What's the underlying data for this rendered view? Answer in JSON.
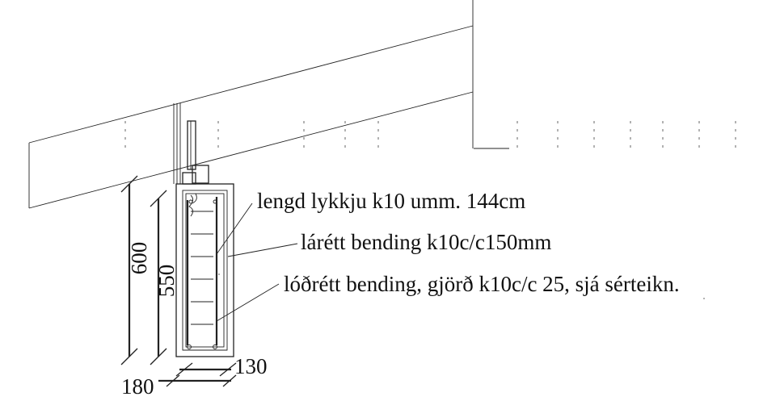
{
  "annotations": {
    "loop_length": "lengd lykkju k10 umm. 144cm",
    "horizontal_rebar": "lárétt bending k10c/c150mm",
    "vertical_rebar": "lóðrétt bending, gjörð k10c/c 25, sjá sérteikn."
  },
  "dimensions": {
    "total_height": "600",
    "wall_height": "550",
    "footing_width": "180",
    "wall_width": "130"
  }
}
